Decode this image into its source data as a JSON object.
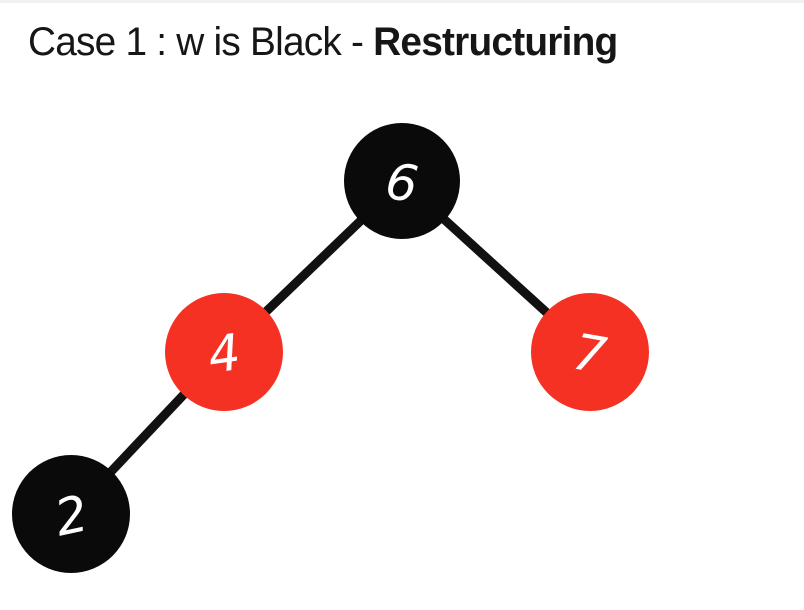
{
  "title": {
    "normal": "Case 1 : w is Black - ",
    "bold": "Restructuring"
  },
  "colors": {
    "background": "#ffffff",
    "top_edge_strip": "#f1f1f1",
    "title_text": "#161616",
    "node_black": "#0a0a0a",
    "node_red": "#f43122",
    "edge_black": "#111111",
    "node_text": "#ffffff"
  },
  "tree": {
    "type": "red-black-tree",
    "nodes": [
      {
        "id": "root",
        "value": "6",
        "color_role": "black"
      },
      {
        "id": "left-child",
        "value": "4",
        "color_role": "red"
      },
      {
        "id": "right-child",
        "value": "7",
        "color_role": "red"
      },
      {
        "id": "left-grandchild",
        "value": "2",
        "color_role": "black"
      }
    ],
    "edges": [
      {
        "from": "6",
        "to": "4"
      },
      {
        "from": "6",
        "to": "7"
      },
      {
        "from": "4",
        "to": "2"
      }
    ]
  }
}
